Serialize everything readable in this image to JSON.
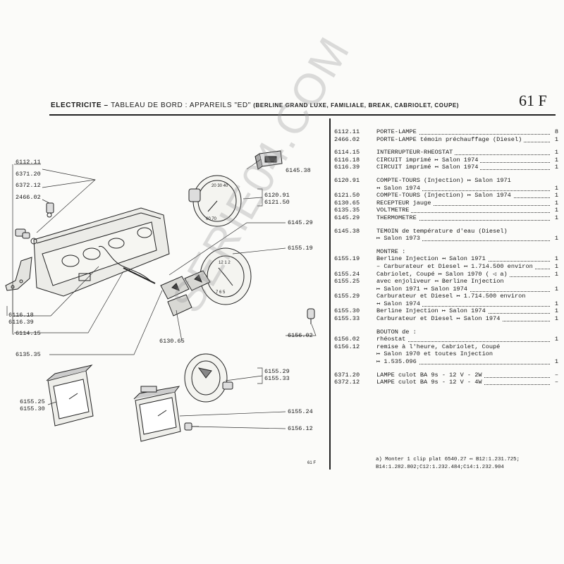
{
  "header": {
    "title": "ELECTRICITE –",
    "subtitle": "TABLEAU DE BORD : APPAREILS \"ED\"",
    "models": "(BERLINE GRAND LUXE, FAMILIALE, BREAK, CABRIOLET, COUPE)",
    "page_number": "61 F"
  },
  "callouts": {
    "c6112_11": "6112.11",
    "c6371_20": "6371.20",
    "c6372_12": "6372.12",
    "c2466_02": "2466.02",
    "c6116_18": "6116.18",
    "c6116_39": "6116.39",
    "c6114_15": "6114.15",
    "c6135_35": "6135.35",
    "c6155_25": "6155.25",
    "c6155_30": "6155.30",
    "c6145_38": "6145.38",
    "c6120_91": "6120.91",
    "c6121_50": "6121.50",
    "c6145_29": "6145.29",
    "c6155_19": "6155.19",
    "c6130_65": "6130.65",
    "c6156_02": "6156.02",
    "c6155_29": "6155.29",
    "c6155_33": "6155.33",
    "c6155_24": "6155.24",
    "c6156_12": "6156.12"
  },
  "parts": [
    {
      "ref": "6112.11",
      "desc": "PORTE-LAMPE",
      "qty": "8"
    },
    {
      "ref": "2466.02",
      "desc": "PORTE-LAMPE témoin préchauffage (Diesel)",
      "qty": "1"
    },
    {
      "gap": true
    },
    {
      "ref": "6114.15",
      "desc": "INTERRUPTEUR-RHEOSTAT",
      "qty": "1"
    },
    {
      "ref": "6116.18",
      "desc": "CIRCUIT imprimé ↦ Salon 1974",
      "qty": "1"
    },
    {
      "ref": "6116.39",
      "desc": "CIRCUIT imprimé ↤ Salon 1974",
      "qty": "1"
    },
    {
      "gap": true
    },
    {
      "ref": "6120.91",
      "desc": "COMPTE-TOURS (Injection) ↦ Salon 1971",
      "qty": ""
    },
    {
      "ref": "",
      "desc": "↤ Salon 1974",
      "qty": "1"
    },
    {
      "ref": "6121.50",
      "desc": "COMPTE-TOURS (Injection) ↦ Salon 1974",
      "qty": "1"
    },
    {
      "ref": "6130.65",
      "desc": "RECEPTEUR jauge",
      "qty": "1"
    },
    {
      "ref": "6135.35",
      "desc": "VOLTMETRE",
      "qty": "1"
    },
    {
      "ref": "6145.29",
      "desc": "THERMOMETRE",
      "qty": "1"
    },
    {
      "gap": true
    },
    {
      "ref": "6145.38",
      "desc": "TEMOIN de température d'eau (Diesel)",
      "qty": ""
    },
    {
      "ref": "",
      "desc": "↦ Salon 1973",
      "qty": "1"
    },
    {
      "gap": true
    },
    {
      "ref": "",
      "desc": "MONTRE :",
      "qty": ""
    },
    {
      "ref": "6155.19",
      "desc": "Berline Injection ↤ Salon 1971",
      "qty": "1"
    },
    {
      "ref": "",
      "desc": "– Carburateur et Diesel ↤ 1.714.500 environ",
      "qty": "1"
    },
    {
      "ref": "6155.24",
      "desc": "Cabriolet, Coupé ↦ Salon 1970 ( ◁ a)",
      "qty": "1"
    },
    {
      "ref": "6155.25",
      "desc": "avec enjoliveur ↤ Berline Injection",
      "qty": ""
    },
    {
      "ref": "",
      "desc": "↦ Salon 1971 ↤ Salon 1974",
      "qty": "1"
    },
    {
      "ref": "6155.29",
      "desc": "Carburateur et Diesel ↦ 1.714.500 environ",
      "qty": ""
    },
    {
      "ref": "",
      "desc": "↤ Salon 1974",
      "qty": "1"
    },
    {
      "ref": "6155.30",
      "desc": "Berline Injection ↦ Salon 1974",
      "qty": "1"
    },
    {
      "ref": "6155.33",
      "desc": "Carburateur et Diesel ↦ Salon 1974",
      "qty": "1"
    },
    {
      "gap": true
    },
    {
      "ref": "",
      "desc": "BOUTON de :",
      "qty": ""
    },
    {
      "ref": "6156.02",
      "desc": "rhéostat",
      "qty": "1"
    },
    {
      "ref": "6156.12",
      "desc": "remise à l'heure, Cabriolet, Coupé",
      "qty": ""
    },
    {
      "ref": "",
      "desc": "↦ Salon 1970 et toutes Injection",
      "qty": ""
    },
    {
      "ref": "",
      "desc": "↦ 1.535.096",
      "qty": "1"
    },
    {
      "gap": true
    },
    {
      "ref": "6371.20",
      "desc": "LAMPE culot BA 9s - 12 V - 2W",
      "qty": "–"
    },
    {
      "ref": "6372.12",
      "desc": "LAMPE culot BA 9s - 12 V - 4W",
      "qty": "–"
    }
  ],
  "note": {
    "line1": "a)  Monter 1 clip plat 6540.27 ↤ B12:1.231.725;",
    "line2": "B14:1.282.802;C12:1.232.484;C14:1.232.904"
  },
  "footer_code": "61 F",
  "watermark": "SERIE04.COM"
}
